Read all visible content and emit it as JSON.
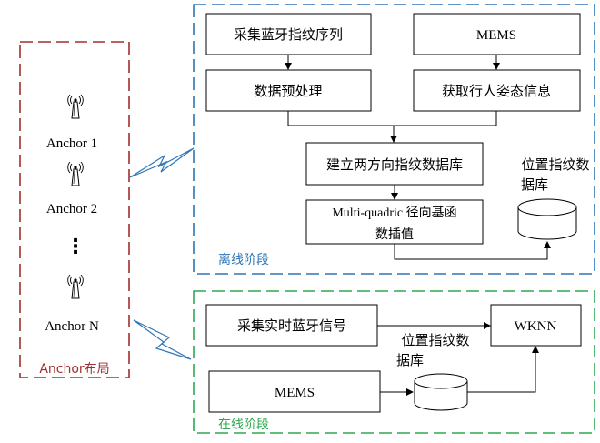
{
  "anchor_panel": {
    "title": "Anchor布局",
    "anchors": [
      "Anchor 1",
      "Anchor 2",
      "Anchor N"
    ],
    "ellipsis": "⋮"
  },
  "offline_panel": {
    "title": "离线阶段",
    "nodes": {
      "collect_seq": "采集蓝牙指纹序列",
      "mems": "MEMS",
      "preprocess": "数据预处理",
      "pose": "获取行人姿态信息",
      "build_db": "建立两方向指纹数据库",
      "interp_line1": "Multi-quadric 径向基函",
      "interp_line2": "数插值",
      "db_label_line1": "位置指纹数",
      "db_label_line2": "据库"
    }
  },
  "online_panel": {
    "title": "在线阶段",
    "nodes": {
      "realtime": "采集实时蓝牙信号",
      "mems": "MEMS",
      "wknn": "WKNN",
      "db_label_line1": "位置指纹数",
      "db_label_line2": "据库"
    }
  },
  "colors": {
    "anchor_border": "#a0302e",
    "offline_border": "#2e75b6",
    "online_border": "#2fa84f",
    "line": "#000000"
  },
  "icons": [
    "antenna-icon",
    "lightning-bolt-icon",
    "database-cylinder-icon"
  ]
}
